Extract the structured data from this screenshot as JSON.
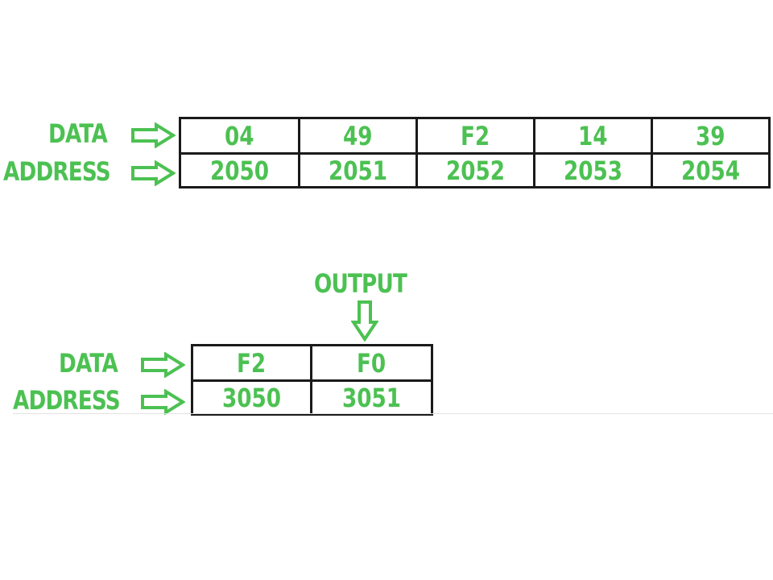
{
  "input_memory": {
    "data_label": "DATA",
    "address_label": "ADDRESS",
    "cells": [
      {
        "data": "04",
        "address": "2050"
      },
      {
        "data": "49",
        "address": "2051"
      },
      {
        "data": "F2",
        "address": "2052"
      },
      {
        "data": "14",
        "address": "2053"
      },
      {
        "data": "39",
        "address": "2054"
      }
    ]
  },
  "output_memory": {
    "heading": "OUTPUT",
    "data_label": "DATA",
    "address_label": "ADDRESS",
    "cells": [
      {
        "data": "F2",
        "address": "3050"
      },
      {
        "data": "F0",
        "address": "3051"
      }
    ]
  },
  "colors": {
    "text": "#4CC152",
    "border": "#1a1a1a"
  }
}
